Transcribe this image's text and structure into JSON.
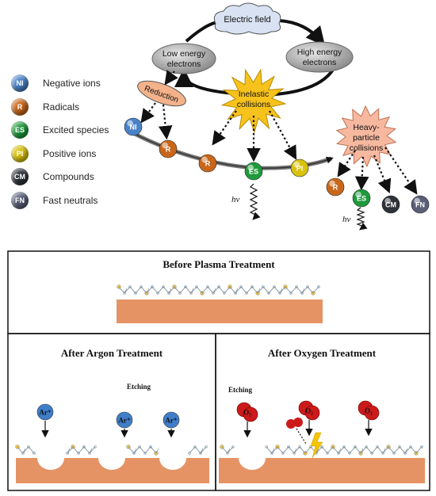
{
  "mechanism": {
    "electric_field": "Electric field",
    "low_energy": [
      "Low energy",
      "electrons"
    ],
    "high_energy": [
      "High energy",
      "electrons"
    ],
    "reduction": "Reduction",
    "inelastic": [
      "Inelastic",
      "collisions"
    ],
    "heavy": [
      "Heavy-",
      "particle",
      "collisions"
    ],
    "hv": "hv"
  },
  "legend": [
    {
      "abbr": "NI",
      "label": "Negative ions",
      "color": "#4a82c8"
    },
    {
      "abbr": "R",
      "label": "Radicals",
      "color": "#c8671a"
    },
    {
      "abbr": "ES",
      "label": "Excited species",
      "color": "#1f9a3c"
    },
    {
      "abbr": "PI",
      "label": "Positive ions",
      "color": "#d8c20e"
    },
    {
      "abbr": "CM",
      "label": "Compounds",
      "color": "#2d3138"
    },
    {
      "abbr": "FN",
      "label": "Fast neutrals",
      "color": "#5a5f78"
    }
  ],
  "chain_particles": [
    "NI",
    "R",
    "R",
    "ES",
    "PI"
  ],
  "heavy_products": [
    "R",
    "ES",
    "CM",
    "FN"
  ],
  "panels": {
    "before": {
      "title": "Before Plasma Treatment"
    },
    "argon": {
      "title": "After Argon Treatment",
      "etching": "Etching",
      "ion": "Ar⁺"
    },
    "oxygen": {
      "title": "After Oxygen Treatment",
      "etching": "Etching",
      "ion": "O₂"
    }
  },
  "colors": {
    "substrate": "#e59365",
    "reduction_fill": "#f4b28a",
    "cloud_fill": "#d9e2f3",
    "starburst": "#f7c21c",
    "heavy_starburst": "#f7b8a0",
    "bubble": "#b9b9b9",
    "argon_ion": "#3f7ec9",
    "oxygen_ion": "#cc1a1a"
  }
}
